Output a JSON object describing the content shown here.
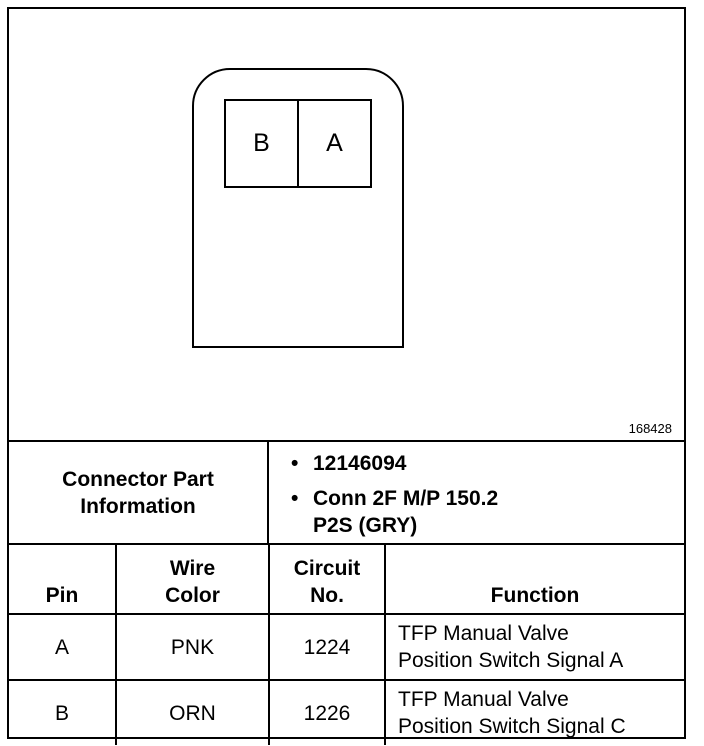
{
  "diagram": {
    "cavities": [
      "B",
      "A"
    ],
    "figure_id": "168428"
  },
  "connector_info": {
    "label_line1": "Connector Part",
    "label_line2": "Information",
    "items": [
      {
        "line1": "12146094",
        "line2": ""
      },
      {
        "line1": "Conn 2F M/P 150.2",
        "line2": "P2S (GRY)"
      }
    ]
  },
  "table": {
    "headers": {
      "pin": "Pin",
      "wire_line1": "Wire",
      "wire_line2": "Color",
      "circuit_line1": "Circuit",
      "circuit_line2": "No.",
      "function": "Function"
    },
    "rows": [
      {
        "pin": "A",
        "wire": "PNK",
        "circuit": "1224",
        "function_line1": "TFP Manual Valve",
        "function_line2": "Position Switch Signal A"
      },
      {
        "pin": "B",
        "wire": "ORN",
        "circuit": "1226",
        "function_line1": "TFP Manual Valve",
        "function_line2": "Position Switch Signal C"
      }
    ]
  }
}
